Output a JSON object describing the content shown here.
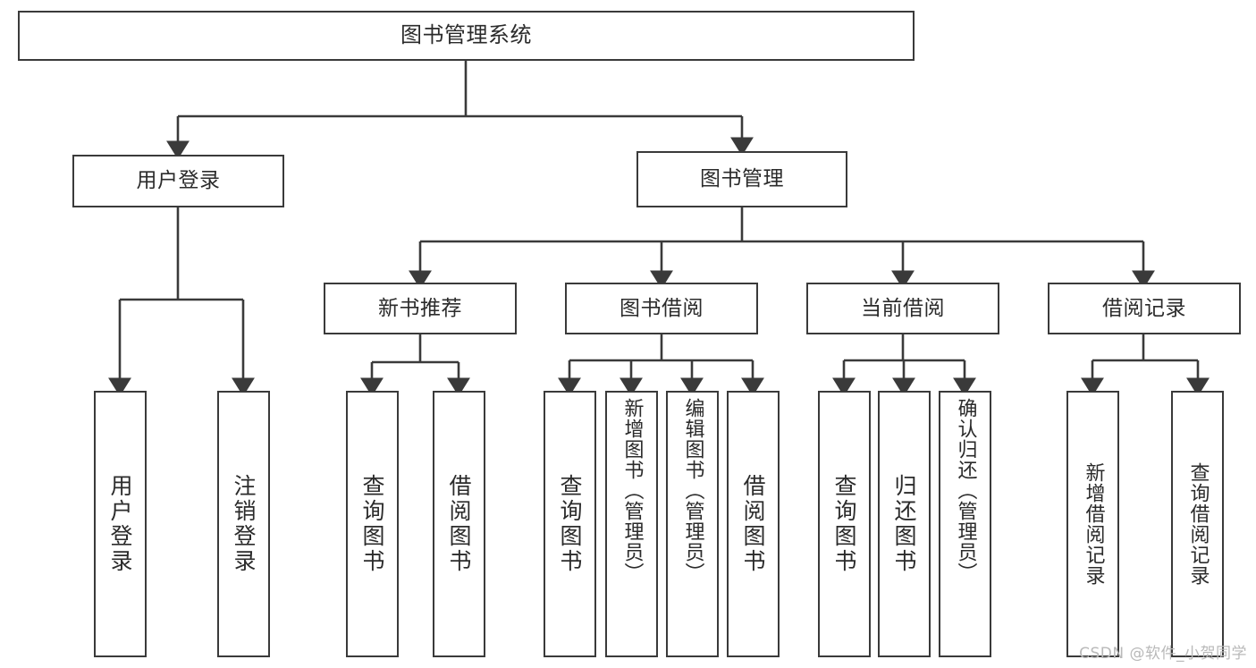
{
  "diagram": {
    "title": "图书管理系统",
    "watermark": "CSDN @软件_小贺同学",
    "stroke_color": "#3a3a3a",
    "text_color": "#2b2b2b",
    "background_color": "#ffffff",
    "nodes": {
      "root": {
        "label": "图书管理系统"
      },
      "level1": [
        {
          "id": "user-login",
          "label": "用户登录"
        },
        {
          "id": "book-management",
          "label": "图书管理"
        }
      ],
      "level2": [
        {
          "id": "new-book-recommend",
          "label": "新书推荐"
        },
        {
          "id": "book-borrow",
          "label": "图书借阅"
        },
        {
          "id": "current-borrow",
          "label": "当前借阅"
        },
        {
          "id": "borrow-record",
          "label": "借阅记录"
        }
      ],
      "leaves": {
        "user_login": [
          {
            "id": "leaf-user-login",
            "label": "用户登录"
          },
          {
            "id": "leaf-logout-login",
            "label": "注销登录"
          }
        ],
        "new_book_recommend": [
          {
            "id": "leaf-query-book-1",
            "label": "查询图书"
          },
          {
            "id": "leaf-borrow-book-1",
            "label": "借阅图书"
          }
        ],
        "book_borrow": [
          {
            "id": "leaf-query-book-2",
            "label": "查询图书"
          },
          {
            "id": "leaf-add-book-admin",
            "label": "新增图书（管理员）"
          },
          {
            "id": "leaf-edit-book-admin",
            "label": "编辑图书（管理员）"
          },
          {
            "id": "leaf-borrow-book-2",
            "label": "借阅图书"
          }
        ],
        "current_borrow": [
          {
            "id": "leaf-query-book-3",
            "label": "查询图书"
          },
          {
            "id": "leaf-return-book",
            "label": "归还图书"
          },
          {
            "id": "leaf-confirm-return-admin",
            "label": "确认归还（管理员）"
          }
        ],
        "borrow_record": [
          {
            "id": "leaf-add-borrow-record",
            "label": "新增借阅记录"
          },
          {
            "id": "leaf-query-borrow-record",
            "label": "查询借阅记录"
          }
        ]
      }
    }
  }
}
